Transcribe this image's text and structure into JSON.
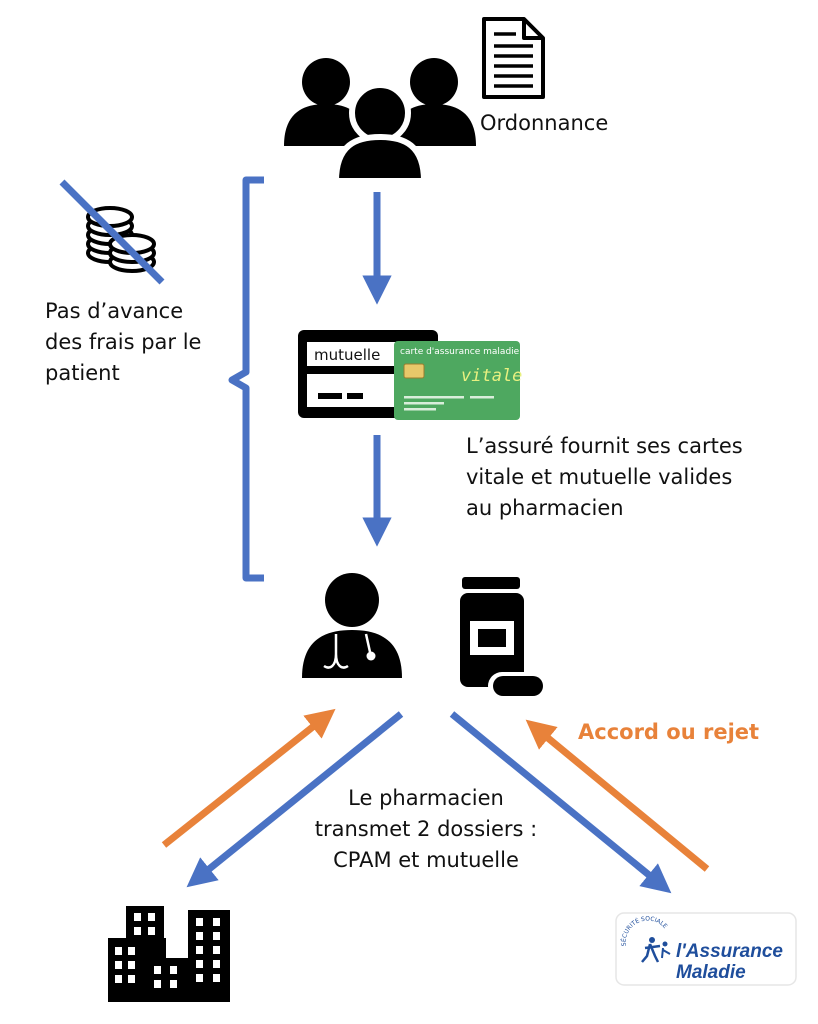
{
  "labels": {
    "prescription": "Ordonnance",
    "no_advance": "Pas d’avance\ndes frais par le\npatient",
    "cards_step": "L’assuré fournit ses cartes\nvitale et mutuelle valides\nau pharmacien",
    "transmit": "Le pharmacien\ntransmet 2 dossiers :\nCPAM et mutuelle",
    "response": "Accord ou rejet"
  },
  "cards": {
    "mutuelle_text": "mutuelle",
    "vitale_header": "carte d'assurance maladie",
    "vitale_word": "vitale"
  },
  "logo": {
    "arc_text": "SÉCURITÉ SOCIALE",
    "name_line1": "l'Assurance",
    "name_line2": "Maladie"
  },
  "icons": [
    "people-icon",
    "document-icon",
    "crossed-coins-icon",
    "health-card-icon",
    "vitale-card-icon",
    "pharmacist-icon",
    "medicine-icon",
    "building-icon",
    "assurance-maladie-logo"
  ],
  "colors": {
    "flow_blue": "#4A72C4",
    "response_orange": "#E8823A",
    "vitale_green": "#4EA860",
    "icon_black": "#000000"
  }
}
